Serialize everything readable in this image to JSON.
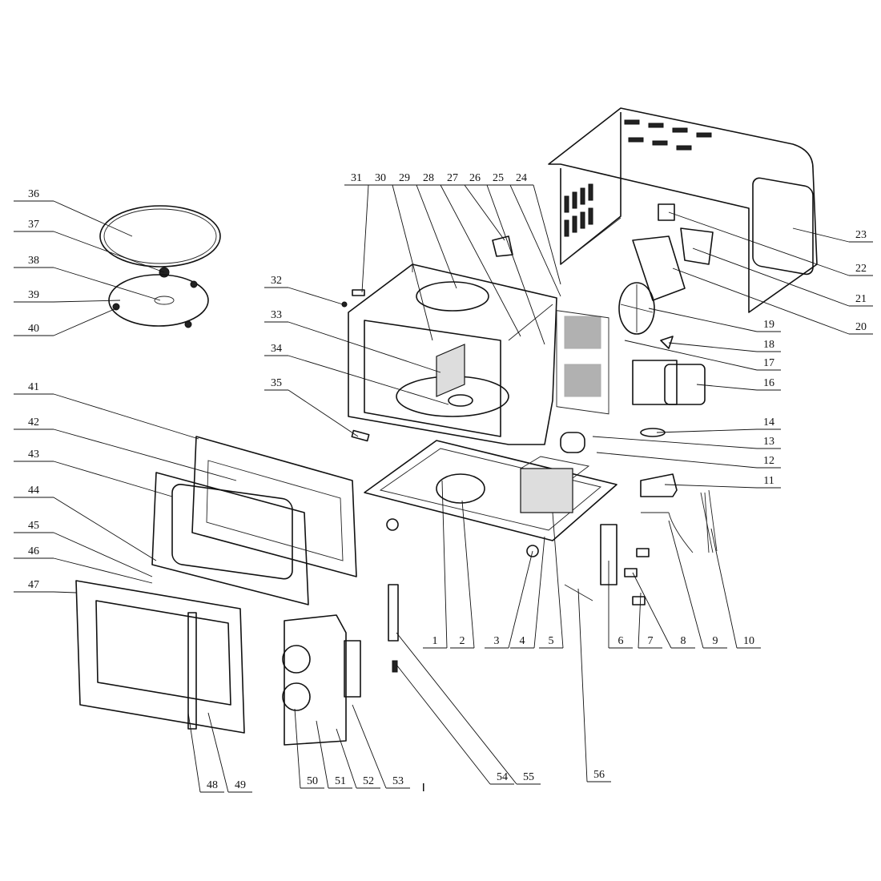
{
  "title": "Microwave oven exploded parts diagram",
  "labels": [
    "1",
    "2",
    "3",
    "4",
    "5",
    "6",
    "7",
    "8",
    "9",
    "10",
    "11",
    "12",
    "13",
    "14",
    "16",
    "17",
    "18",
    "19",
    "20",
    "21",
    "22",
    "23",
    "24",
    "25",
    "26",
    "27",
    "28",
    "29",
    "30",
    "31",
    "32",
    "33",
    "34",
    "35",
    "36",
    "37",
    "38",
    "39",
    "40",
    "41",
    "42",
    "43",
    "44",
    "45",
    "46",
    "47",
    "48",
    "49",
    "50",
    "51",
    "52",
    "53",
    "54",
    "55",
    "56"
  ]
}
